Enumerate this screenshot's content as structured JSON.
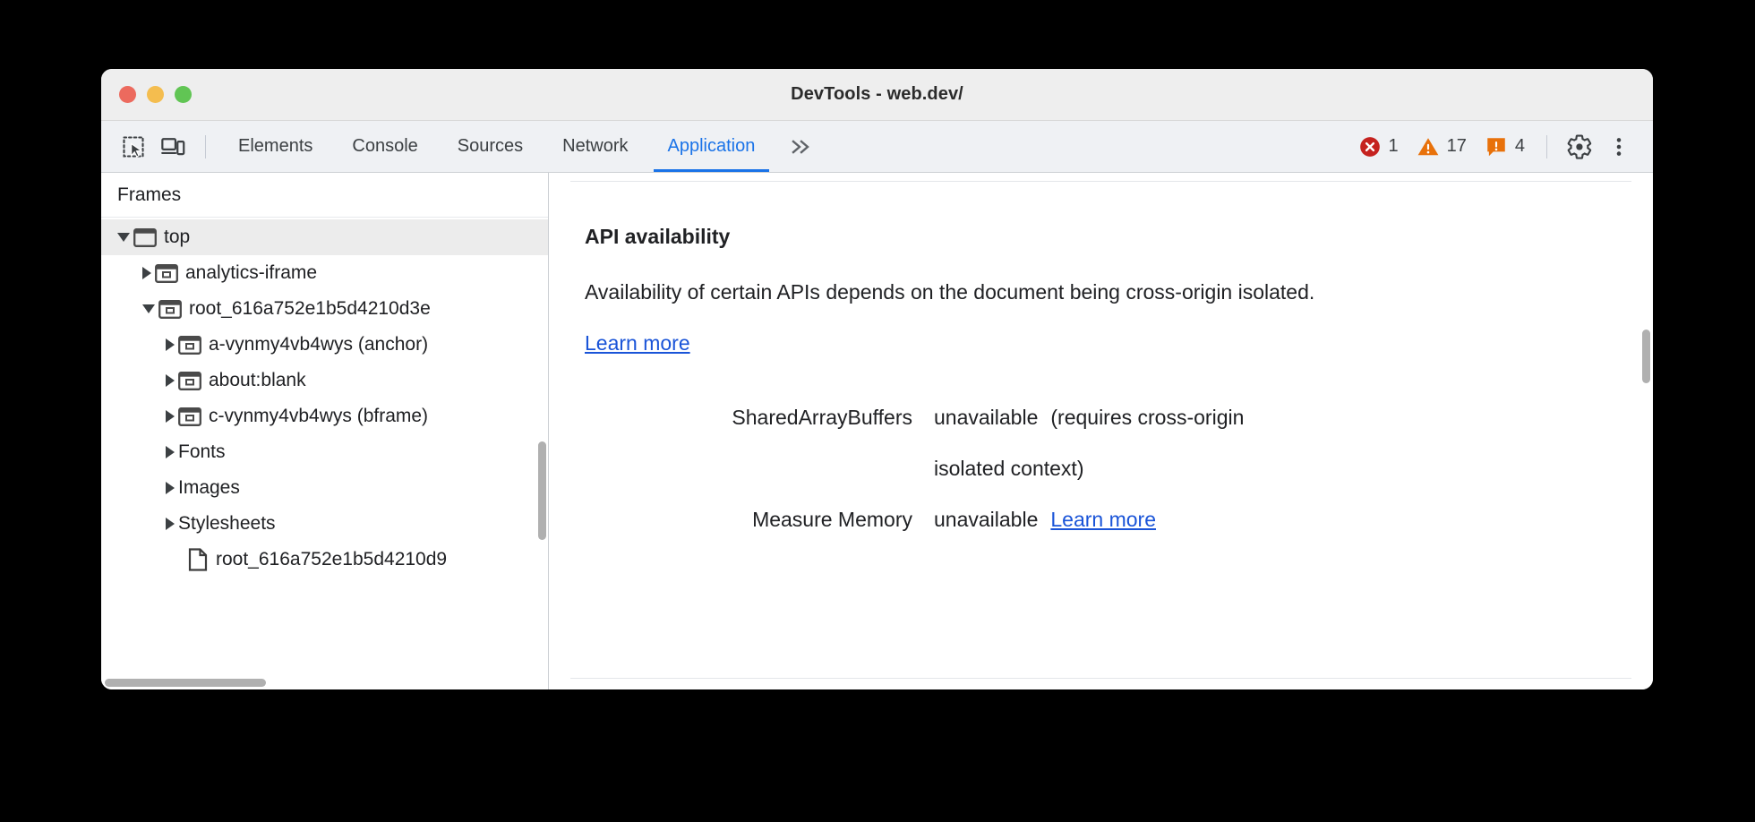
{
  "window": {
    "title": "DevTools - web.dev/",
    "traffic_lights": [
      "close",
      "minimize",
      "zoom"
    ]
  },
  "toolbar": {
    "inspect_icon": "inspect-element-icon",
    "device_icon": "device-toolbar-icon",
    "tabs": [
      {
        "label": "Elements",
        "active": false
      },
      {
        "label": "Console",
        "active": false
      },
      {
        "label": "Sources",
        "active": false
      },
      {
        "label": "Network",
        "active": false
      },
      {
        "label": "Application",
        "active": true
      }
    ],
    "overflow_label": "»",
    "badges": [
      {
        "type": "error",
        "icon": "error-circle-icon",
        "count": "1",
        "color": "#c5221f"
      },
      {
        "type": "warning",
        "icon": "warning-triangle-icon",
        "count": "17",
        "color": "#e8710a"
      },
      {
        "type": "issue",
        "icon": "issue-bubble-icon",
        "count": "4",
        "color": "#e8710a"
      }
    ],
    "settings_icon": "gear-icon",
    "more_icon": "kebab-menu-icon"
  },
  "sidebar": {
    "header": "Frames",
    "tree": [
      {
        "label": "top",
        "indent": 0,
        "arrow": "open",
        "icon": "frame-icon",
        "selected": true
      },
      {
        "label": "analytics-iframe",
        "indent": 1,
        "arrow": "closed",
        "icon": "iframe-icon",
        "selected": false
      },
      {
        "label": "root_616a752e1b5d4210d3e",
        "indent": 1,
        "arrow": "open",
        "icon": "iframe-icon",
        "selected": false
      },
      {
        "label": "a-vynmy4vb4wys (anchor)",
        "indent": 2,
        "arrow": "closed",
        "icon": "iframe-icon",
        "selected": false
      },
      {
        "label": "about:blank",
        "indent": 2,
        "arrow": "closed",
        "icon": "iframe-icon",
        "selected": false
      },
      {
        "label": "c-vynmy4vb4wys (bframe)",
        "indent": 2,
        "arrow": "closed",
        "icon": "iframe-icon",
        "selected": false
      },
      {
        "label": "Fonts",
        "indent": 1,
        "arrow": "closed",
        "icon": "none",
        "selected": false
      },
      {
        "label": "Images",
        "indent": 1,
        "arrow": "closed",
        "icon": "none",
        "selected": false
      },
      {
        "label": "Stylesheets",
        "indent": 1,
        "arrow": "closed",
        "icon": "none",
        "selected": false
      },
      {
        "label": "root_616a752e1b5d4210d9",
        "indent": 2,
        "arrow": "none",
        "icon": "document-icon",
        "selected": false
      }
    ]
  },
  "main": {
    "section_title": "API availability",
    "paragraph_before": "Availability of certain APIs depends on the document being cross-origin isolated. ",
    "paragraph_link": "Learn more",
    "rows": [
      {
        "key": "SharedArrayBuffers",
        "value": "unavailable",
        "note": "(requires cross-origin",
        "note_continued": "isolated context)",
        "link": ""
      },
      {
        "key": "Measure Memory",
        "value": "unavailable",
        "note": "",
        "note_continued": "",
        "link": "Learn more"
      }
    ]
  },
  "colors": {
    "accent": "#1a73e8",
    "link": "#1a54d8",
    "error": "#c5221f",
    "warning": "#e8710a",
    "toolbar_bg": "#eff1f4",
    "titlebar_bg": "#eeeeee"
  }
}
